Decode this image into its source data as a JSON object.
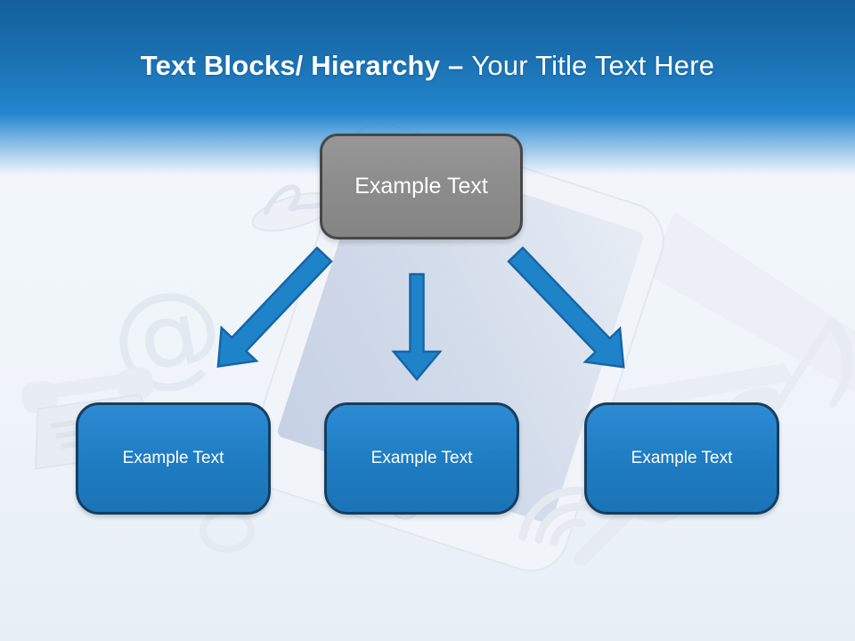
{
  "title": {
    "bold": "Text Blocks/ Hierarchy –",
    "regular": "Your Title Text Here"
  },
  "hierarchy": {
    "root": {
      "label": "Example Text"
    },
    "children": [
      {
        "label": "Example Text"
      },
      {
        "label": "Example Text"
      },
      {
        "label": "Example Text"
      }
    ]
  },
  "background": {
    "at_glyph": "@",
    "icons": [
      "smartphone",
      "at-sign",
      "signature-scribble",
      "desk-phone",
      "music-note",
      "magnifier-ring",
      "speaker-arcs",
      "page-ring"
    ]
  },
  "colors": {
    "header_blue_top": "#145f9c",
    "header_blue_bottom": "#2286cf",
    "box_blue": "#1f7dc3",
    "box_blue_border": "#153e60",
    "arrow_blue": "#1f83c9",
    "arrow_blue_border": "#1565a8",
    "root_gray": "#8d8d8d",
    "root_gray_border": "#474747",
    "text_white": "#ffffff",
    "background_tint": "#eff4f9"
  }
}
